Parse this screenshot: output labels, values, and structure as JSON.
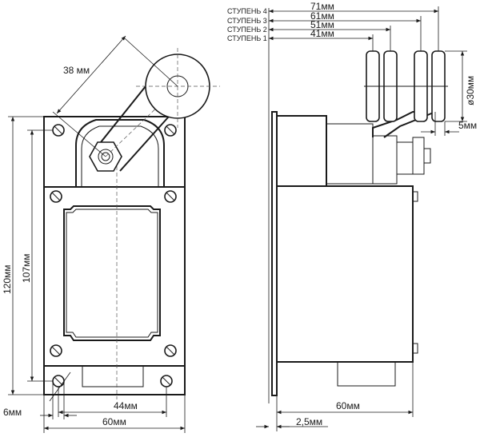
{
  "front_view": {
    "lever_length": "38 мм",
    "height_outer": "120мм",
    "height_inner": "107мм",
    "width_holes": "44мм",
    "width_total": "60мм",
    "offset": "6мм"
  },
  "side_view": {
    "steps": [
      {
        "label": "СТУПЕНЬ 4",
        "value": "71мм"
      },
      {
        "label": "СТУПЕНЬ 3",
        "value": "61мм"
      },
      {
        "label": "СТУПЕНЬ 2",
        "value": "51мм"
      },
      {
        "label": "СТУПЕНЬ 1",
        "value": "41мм"
      }
    ],
    "roller_diameter": "ø30мм",
    "roller_offset": "5мм",
    "depth": "60мм",
    "flange": "2,5мм"
  }
}
